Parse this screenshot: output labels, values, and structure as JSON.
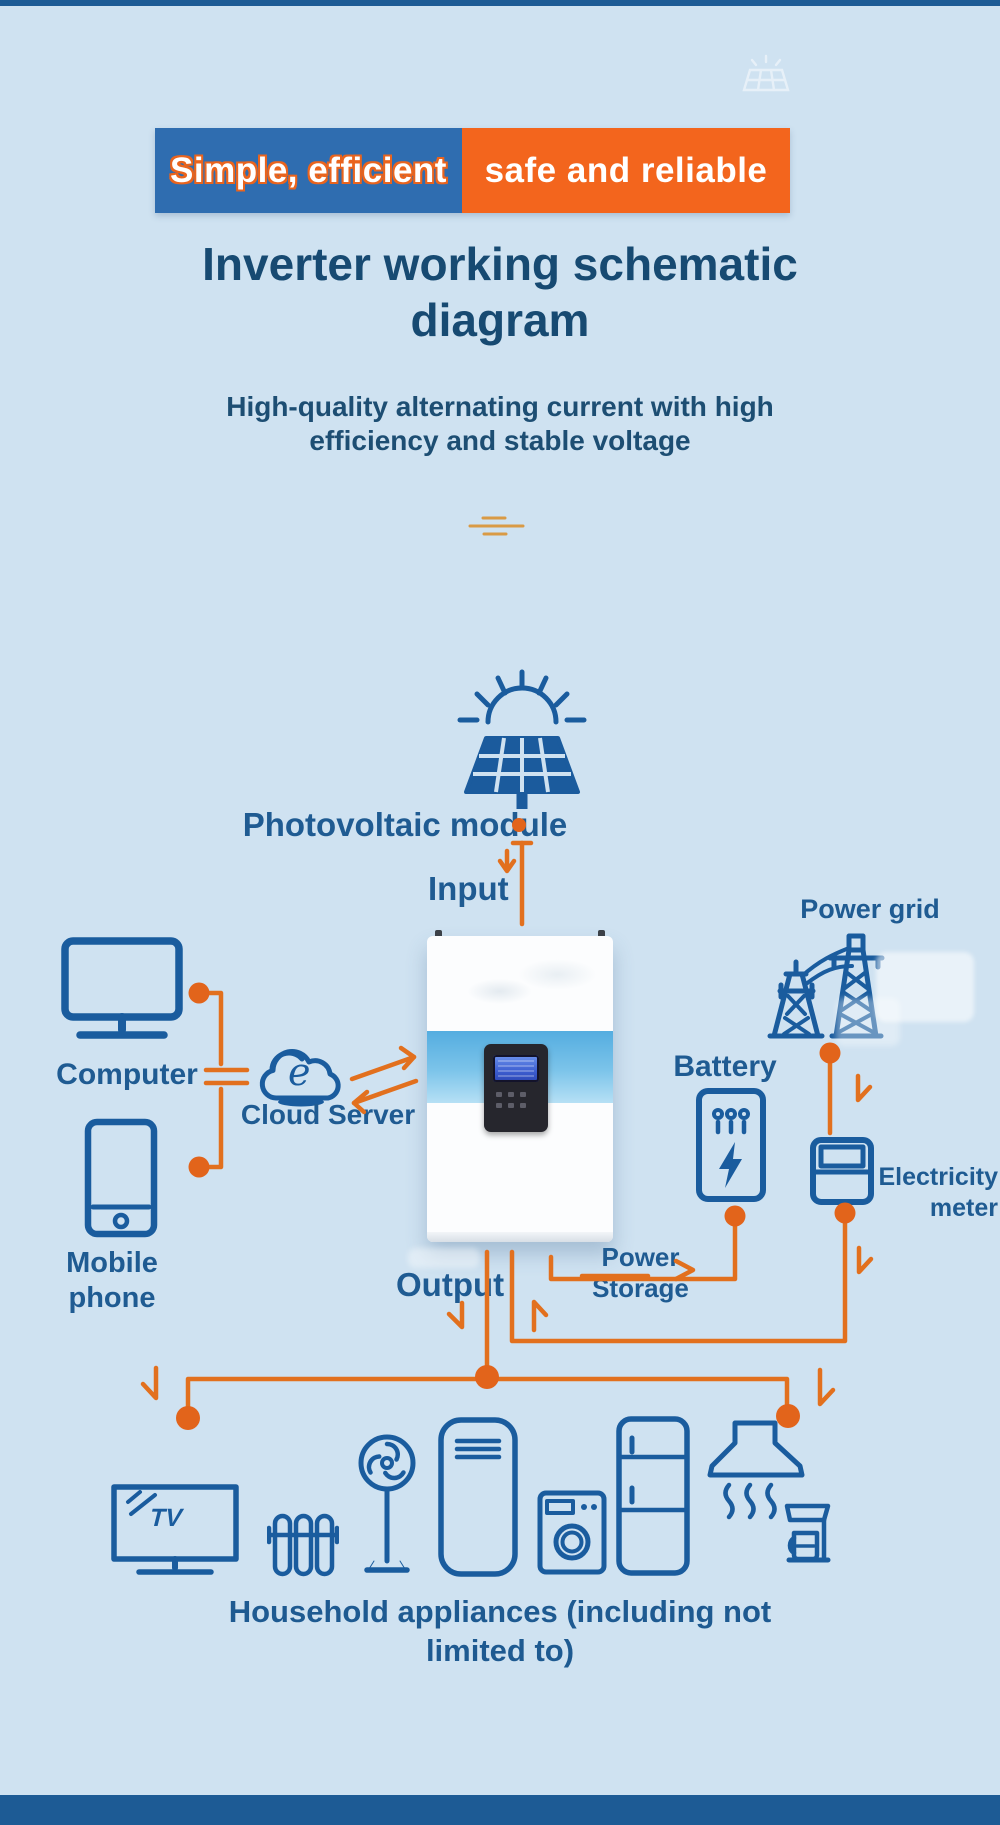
{
  "banner": {
    "left_text": "Simple, efficient",
    "right_text": "safe and reliable",
    "left_bg": "#2f6db0",
    "right_bg": "#f3651d"
  },
  "header": {
    "title": "Inverter working schematic diagram",
    "subtitle": "High-quality alternating current with high efficiency and stable voltage"
  },
  "nodes": {
    "pv": {
      "label": "Photovoltaic module"
    },
    "input": {
      "label": "Input"
    },
    "output": {
      "label": "Output"
    },
    "computer": {
      "label": "Computer"
    },
    "cloud": {
      "label": "Cloud Server",
      "letter": "e"
    },
    "mobile": {
      "label": "Mobile phone"
    },
    "grid": {
      "label": "Power grid"
    },
    "battery": {
      "label": "Battery"
    },
    "meter": {
      "label": "Electricity meter"
    },
    "storage": {
      "label": "Power Storage"
    }
  },
  "appliances": {
    "caption": "Household appliances (including not limited to)",
    "tv_text": "TV"
  },
  "colors": {
    "background": "#cfe2f1",
    "banner_blue": "#2f6db0",
    "banner_orange": "#f3651d",
    "icon_blue": "#1a5c9e",
    "label_blue": "#1f5b92",
    "title_blue": "#174a72",
    "line_orange": "#e2701e",
    "dot_orange": "#e2641b",
    "bar_blue": "#1d5b95",
    "divider_gold": "#d99a45"
  }
}
